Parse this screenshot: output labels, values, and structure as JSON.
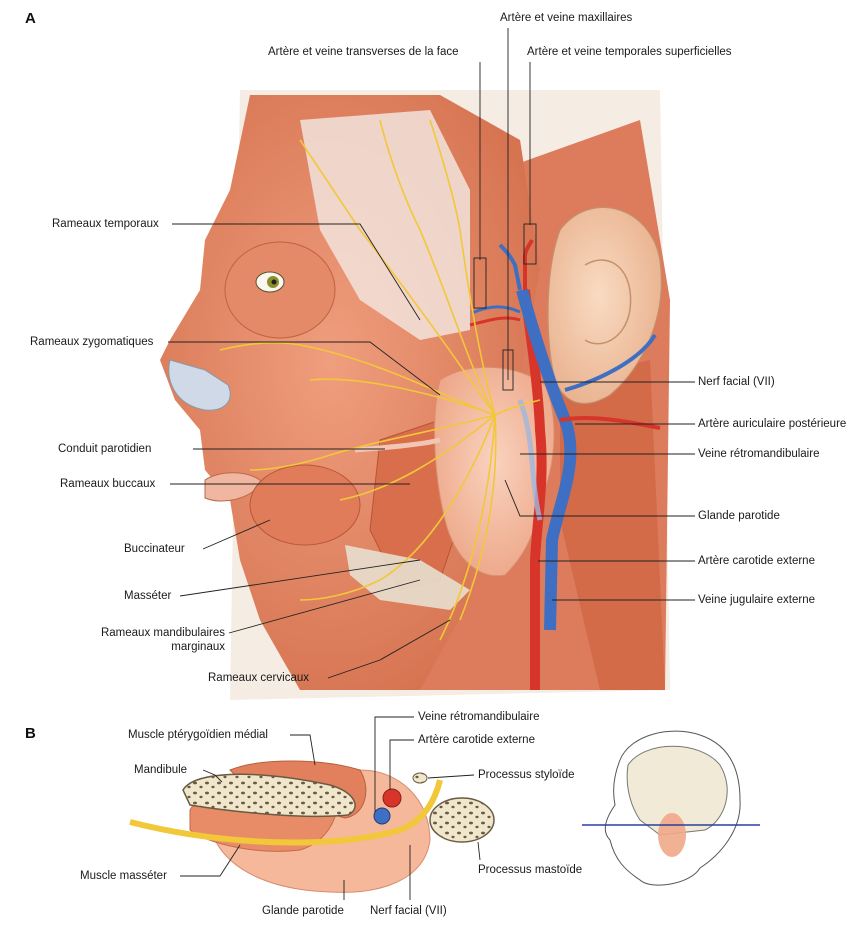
{
  "panels": {
    "a": "A",
    "b": "B"
  },
  "labels_a": {
    "arteres_maxillaires": "Artère et veine maxillaires",
    "transverses_face": "Artère et veine transverses de la face",
    "temporales_superficielles": "Artère et veine temporales superficielles",
    "rameaux_temporaux": "Rameaux temporaux",
    "rameaux_zygomatiques": "Rameaux zygomatiques",
    "nerf_facial": "Nerf facial (VII)",
    "auriculaire_posterieure": "Artère auriculaire postérieure",
    "conduit_parotidien": "Conduit parotidien",
    "veine_retromandibulaire": "Veine rétromandibulaire",
    "rameaux_buccaux": "Rameaux buccaux",
    "glande_parotide": "Glande parotide",
    "buccinateur": "Buccinateur",
    "carotide_externe": "Artère carotide externe",
    "masseter": "Masséter",
    "jugulaire_externe": "Veine jugulaire externe",
    "mandibulaires_l1": "Rameaux mandibulaires",
    "mandibulaires_l2": "marginaux",
    "rameaux_cervicaux": "Rameaux cervicaux"
  },
  "labels_b": {
    "veine_retromandibulaire": "Veine rétromandibulaire",
    "pterygoidien": "Muscle ptérygoïdien médial",
    "carotide_externe": "Artère carotide externe",
    "mandibule": "Mandibule",
    "styloide": "Processus styloïde",
    "masseter": "Muscle masséter",
    "mastoide": "Processus mastoïde",
    "glande_parotide": "Glande parotide",
    "nerf_facial": "Nerf facial (VII)"
  },
  "colors": {
    "muscle": "#e0876a",
    "muscle_dark": "#c8613f",
    "skin": "#f3c7a8",
    "nerve": "#f2c73a",
    "gland": "#f4b79a",
    "artery": "#d8352a",
    "vein": "#3f6fc2",
    "bone": "#f1ead2",
    "background_wash": "#f7efe6"
  }
}
